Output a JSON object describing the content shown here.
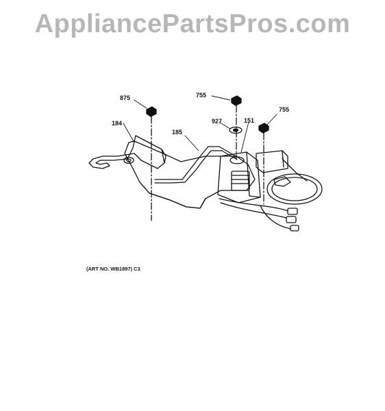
{
  "watermark": "AppliancePartsPros.com",
  "callouts": {
    "p875": "875",
    "p755a": "755",
    "p755b": "755",
    "p184": "184",
    "p185": "185",
    "p927": "927",
    "p151": "151"
  },
  "art_number": "(ART NO. WB1897) C3",
  "colors": {
    "ink": "#111111",
    "watermark": "#b7b7b7"
  }
}
